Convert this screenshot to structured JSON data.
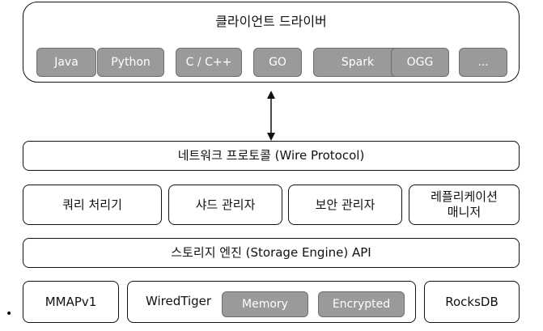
{
  "driver": {
    "title": "클라이언트 드라이버",
    "items": [
      "Java",
      "Python",
      "C / C++",
      "GO",
      "Spark",
      "OGG",
      "..."
    ]
  },
  "wire_protocol": "네트워크 프로토콜 (Wire Protocol)",
  "managers": [
    "쿼리 처리기",
    "샤드 관리자",
    "보안 관리자",
    "레플리케이션\n매니저"
  ],
  "storage_api": "스토리지 엔진 (Storage Engine) API",
  "engines": {
    "mmap": "MMAPv1",
    "wiredtiger": "WiredTiger",
    "wt_memory": "Memory",
    "wt_encrypted": "Encrypted",
    "rocksdb": "RocksDB"
  },
  "bullet": "•"
}
